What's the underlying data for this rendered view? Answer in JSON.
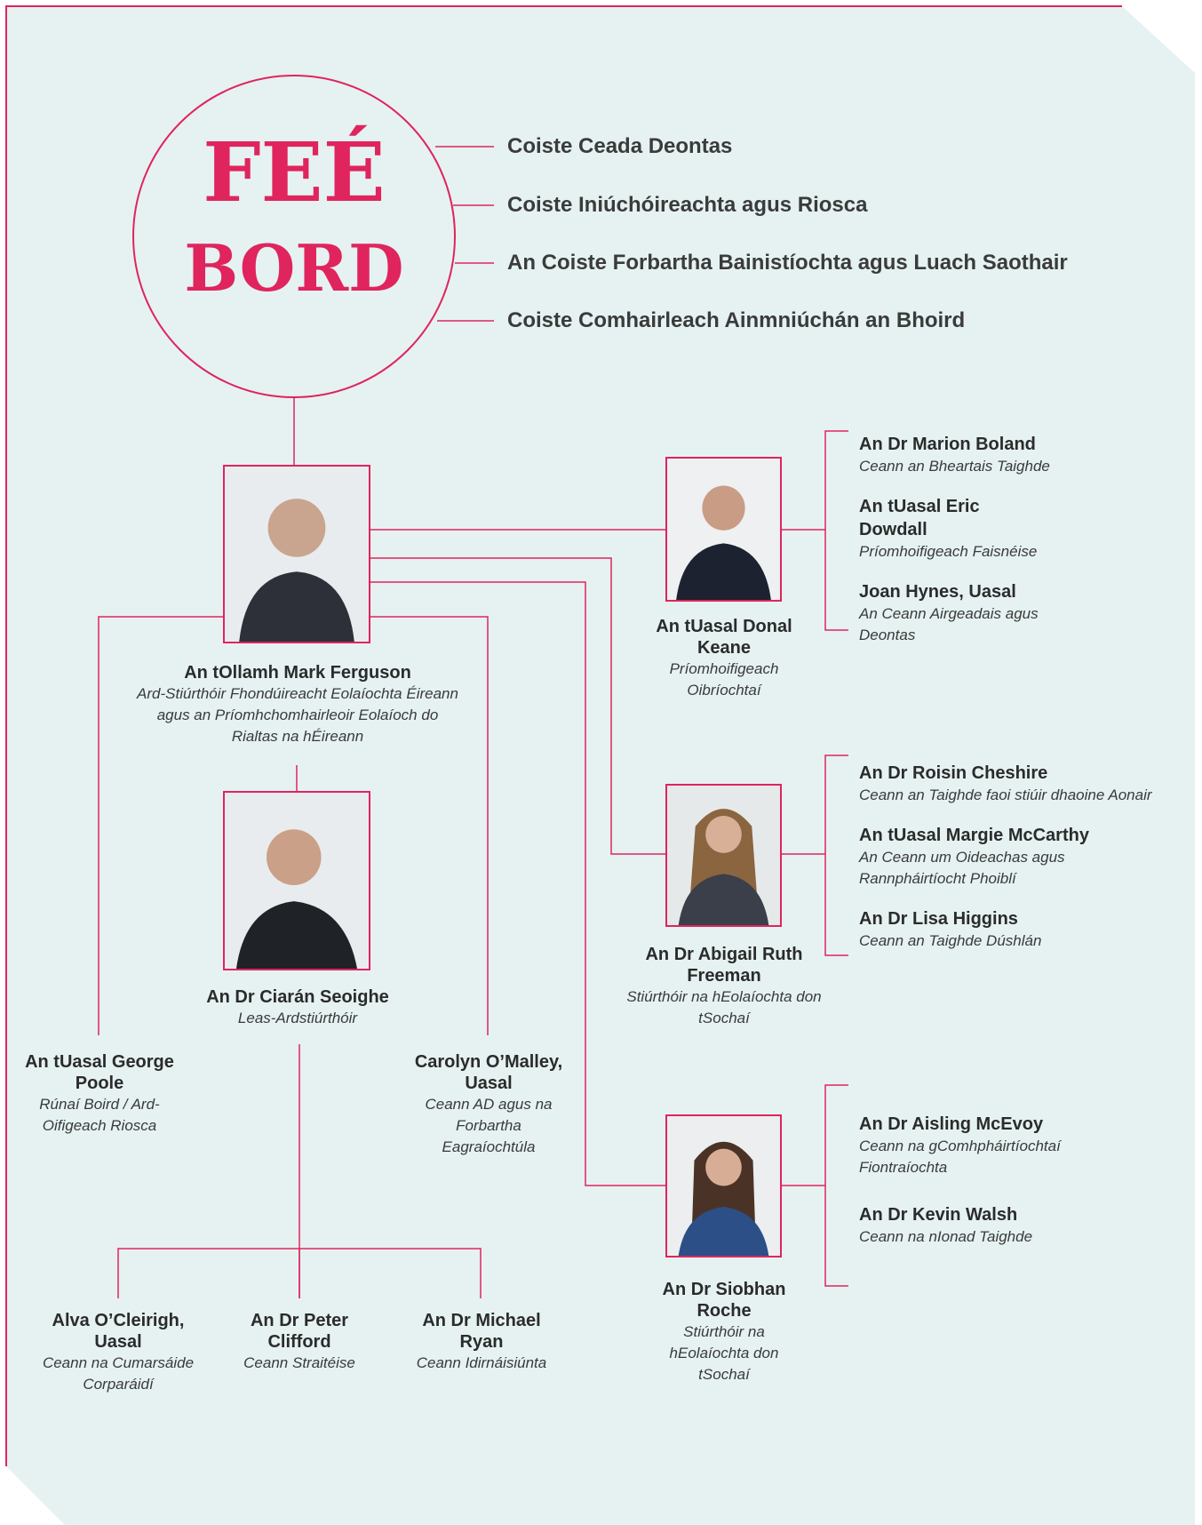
{
  "board": {
    "line1": "FEÉ",
    "line2": "BORD"
  },
  "committees": [
    "Coiste Ceada Deontas",
    "Coiste Iniúchóireachta agus Riosca",
    "An Coiste Forbartha Bainistíochta agus Luach Saothair",
    "Coiste Comhairleach Ainmniúchán an Bhoird"
  ],
  "ceo": {
    "name": "An tOllamh Mark Ferguson",
    "role": "Ard-Stiúrthóir Fhondúireacht Eolaíochta Éireann agus an Príomhchomhairleoir Eolaíoch do Rialtas na hÉireann"
  },
  "deputy": {
    "name": "An Dr Ciarán Seoighe",
    "role": "Leas-Ardstiúrthóir"
  },
  "george": {
    "name": "An tUasal George Poole",
    "role": "Rúnaí Boird / Ard-Oifigeach Riosca"
  },
  "carolyn": {
    "name": "Carolyn O’Malley, Uasal",
    "role": "Ceann AD agus na Forbartha Eagraíochtúla"
  },
  "alva": {
    "name": "Alva O’Cleirigh, Uasal",
    "role": "Ceann na Cumarsáide Corparáidí"
  },
  "peter": {
    "name": "An Dr Peter Clifford",
    "role": "Ceann Straitéise"
  },
  "michael": {
    "name": "An Dr Michael Ryan",
    "role": "Ceann Idirnáisiúnta"
  },
  "donal": {
    "name": "An tUasal Donal Keane",
    "role": "Príomhoifigeach Oibríochtaí"
  },
  "abigail": {
    "name": "An Dr Abigail Ruth Freeman",
    "role": "Stiúrthóir na hEolaíochta don tSochaí"
  },
  "siobhan": {
    "name": "An Dr Siobhan Roche",
    "role": "Stiúrthóir na hEolaíochta don tSochaí"
  },
  "donal_reports": [
    {
      "name": "An Dr Marion Boland",
      "role": "Ceann an Bheartais Taighde"
    },
    {
      "name": "An tUasal Eric Dowdall",
      "role": "Príomhoifigeach Faisnéise"
    },
    {
      "name": "Joan Hynes, Uasal",
      "role": "An Ceann Airgeadais agus Deontas"
    }
  ],
  "abigail_reports": [
    {
      "name": "An Dr Roisin Cheshire",
      "role": "Ceann an Taighde faoi stiúir dhaoine Aonair"
    },
    {
      "name": "An tUasal Margie McCarthy",
      "role": "An Ceann um Oideachas agus Rannpháirtíocht Phoiblí"
    },
    {
      "name": "An Dr Lisa Higgins",
      "role": "Ceann an Taighde Dúshlán"
    }
  ],
  "siobhan_reports": [
    {
      "name": "An Dr Aisling McEvoy",
      "role": "Ceann na gComhpháirtíochtaí Fiontraíochta"
    },
    {
      "name": "An Dr Kevin Walsh",
      "role": "Ceann na nIonad Taighde"
    }
  ],
  "colors": {
    "accent": "#e0245e",
    "background": "#e5f2f1"
  }
}
